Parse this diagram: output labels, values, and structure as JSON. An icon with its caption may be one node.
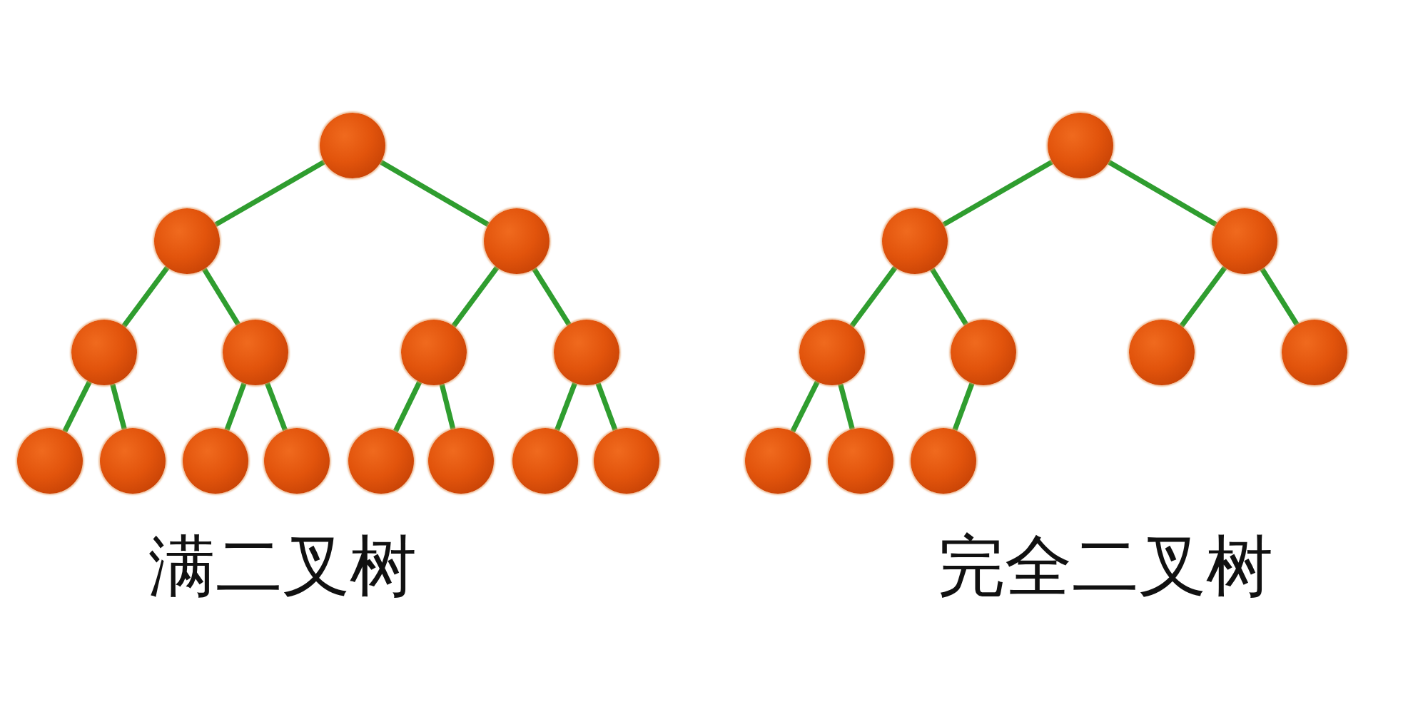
{
  "diagram": {
    "nodes": [
      {
        "text": [],
        "shape": "circle"
      },
      {
        "text": [],
        "shape": "circle"
      },
      {
        "text": [],
        "shape": "circle"
      },
      {
        "text": [],
        "shape": "circle"
      },
      {
        "text": [],
        "shape": "circle"
      },
      {
        "text": [],
        "shape": "circle"
      },
      {
        "text": [],
        "shape": "circle"
      },
      {
        "text": [],
        "shape": "circle"
      },
      {
        "text": [],
        "shape": "circle"
      },
      {
        "text": [],
        "shape": "circle"
      },
      {
        "text": [],
        "shape": "circle"
      },
      {
        "text": [],
        "shape": "circle"
      },
      {
        "text": [],
        "shape": "circle"
      },
      {
        "text": [],
        "shape": "circle"
      },
      {
        "text": [],
        "shape": "circle"
      },
      {
        "text": [],
        "shape": "circle"
      },
      {
        "text": [],
        "shape": "circle"
      },
      {
        "text": [],
        "shape": "circle"
      },
      {
        "text": [],
        "shape": "circle"
      },
      {
        "text": [],
        "shape": "circle"
      },
      {
        "text": [],
        "shape": "circle"
      },
      {
        "text": [],
        "shape": "circle"
      },
      {
        "text": [],
        "shape": "circle"
      },
      {
        "text": [],
        "shape": "circle"
      },
      {
        "text": [],
        "shape": "circle"
      }
    ],
    "edges": [
      {
        "from": 0,
        "to": 1,
        "arrow": "none"
      },
      {
        "from": 0,
        "to": 2,
        "arrow": "none"
      },
      {
        "from": 1,
        "to": 3,
        "arrow": "none"
      },
      {
        "from": 1,
        "to": 4,
        "arrow": "none"
      },
      {
        "from": 2,
        "to": 5,
        "arrow": "none"
      },
      {
        "from": 2,
        "to": 6,
        "arrow": "none"
      },
      {
        "from": 3,
        "to": 7,
        "arrow": "none"
      },
      {
        "from": 3,
        "to": 8,
        "arrow": "none"
      },
      {
        "from": 4,
        "to": 9,
        "arrow": "none"
      },
      {
        "from": 4,
        "to": 10,
        "arrow": "none"
      },
      {
        "from": 5,
        "to": 11,
        "arrow": "none"
      },
      {
        "from": 5,
        "to": 12,
        "arrow": "none"
      },
      {
        "from": 6,
        "to": 13,
        "arrow": "none"
      },
      {
        "from": 6,
        "to": 14,
        "arrow": "none"
      },
      {
        "from": 15,
        "to": 16,
        "arrow": "none"
      },
      {
        "from": 15,
        "to": 17,
        "arrow": "none"
      },
      {
        "from": 16,
        "to": 18,
        "arrow": "none"
      },
      {
        "from": 16,
        "to": 19,
        "arrow": "none"
      },
      {
        "from": 17,
        "to": 20,
        "arrow": "none"
      },
      {
        "from": 17,
        "to": 21,
        "arrow": "none"
      },
      {
        "from": 18,
        "to": 22,
        "arrow": "none"
      },
      {
        "from": 18,
        "to": 23,
        "arrow": "none"
      },
      {
        "from": 19,
        "to": 24,
        "arrow": "none"
      }
    ],
    "labels": [
      "满二叉树",
      "完全二叉树"
    ]
  }
}
